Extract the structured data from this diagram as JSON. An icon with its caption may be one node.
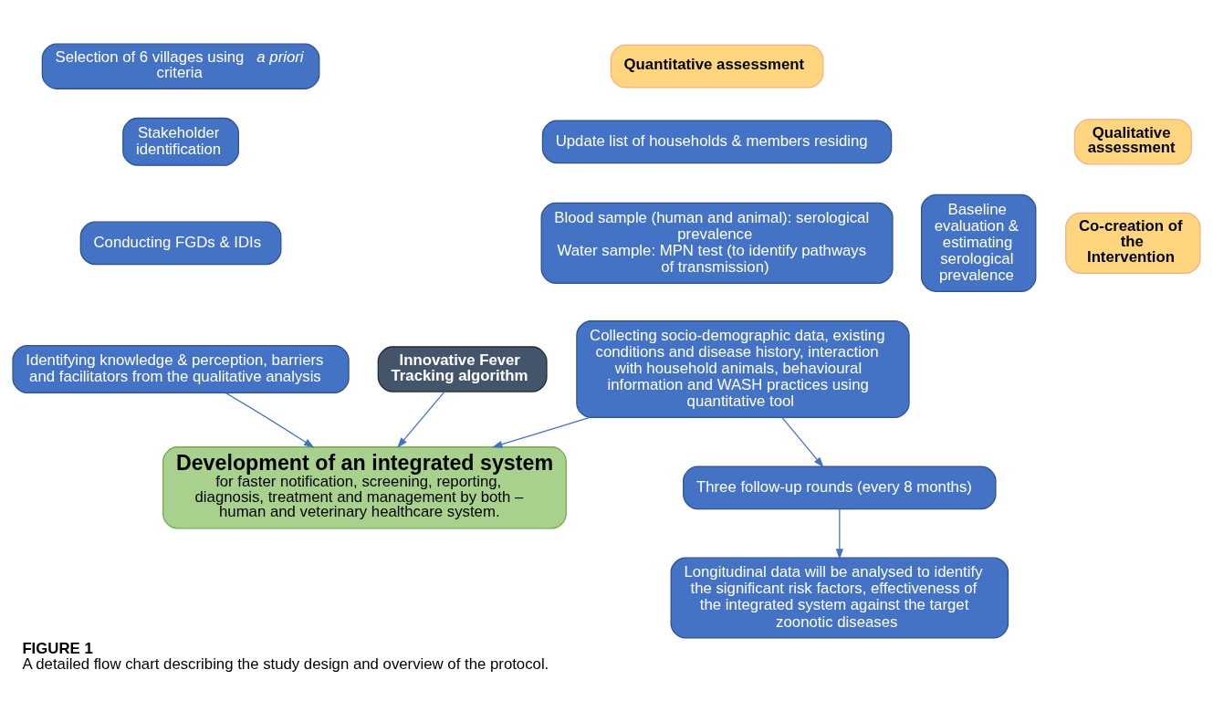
{
  "diagram": {
    "title": "FIGURE 1",
    "caption": "A detailed flow chart describing the study design and overview of the protocol.",
    "nodes": [
      {
        "text": [
          "Selection of 6 villages using *a priori* criteria"
        ]
      },
      {
        "text": [
          "Quantitative assessment"
        ]
      },
      {
        "text": [
          "Qualitative assessment"
        ]
      },
      {
        "text": [
          "Stakeholder identification"
        ]
      },
      {
        "text": [
          "Conducting FGDs & IDIs"
        ]
      },
      {
        "text": [
          "Identifying knowledge & perception, barriers and facilitators from the qualitative analysis"
        ]
      },
      {
        "text": [
          "Innovative Fever Tracking algorithm"
        ]
      },
      {
        "text": [
          "Co-creation of the Intervention"
        ]
      },
      {
        "text": [
          "Development of an integrated system",
          "for faster notification, screening, reporting, diagnosis, treatment and management by both – human and veterinary healthcare system."
        ]
      },
      {
        "text": [
          "Update list of households & members residing"
        ]
      },
      {
        "text": [
          "Blood sample (human and animal): serological prevalence",
          "Water sample: MPN test (to identify pathways of transmission)"
        ]
      },
      {
        "text": [
          "Collecting socio-demographic data, existing conditions and disease history, interaction with household animals, behavioural information and WASH practices using quantitative tool"
        ]
      },
      {
        "text": [
          "Baseline evaluation & estimating serological prevalence"
        ]
      },
      {
        "text": [
          "Three follow-up rounds (every 8 months)"
        ]
      },
      {
        "text": [
          "Longitudinal data will be analysed to identify the significant risk factors, effectiveness of the integrated system against the target zoonotic diseases"
        ]
      }
    ],
    "edges": [
      {
        "from": 5,
        "to": 8,
        "arrow": "to"
      },
      {
        "from": 6,
        "to": 8,
        "arrow": "to"
      },
      {
        "from": 11,
        "to": 8,
        "arrow": "to"
      },
      {
        "from": 11,
        "to": 13,
        "arrow": "to"
      },
      {
        "from": 13,
        "to": 14,
        "arrow": "to"
      }
    ]
  }
}
